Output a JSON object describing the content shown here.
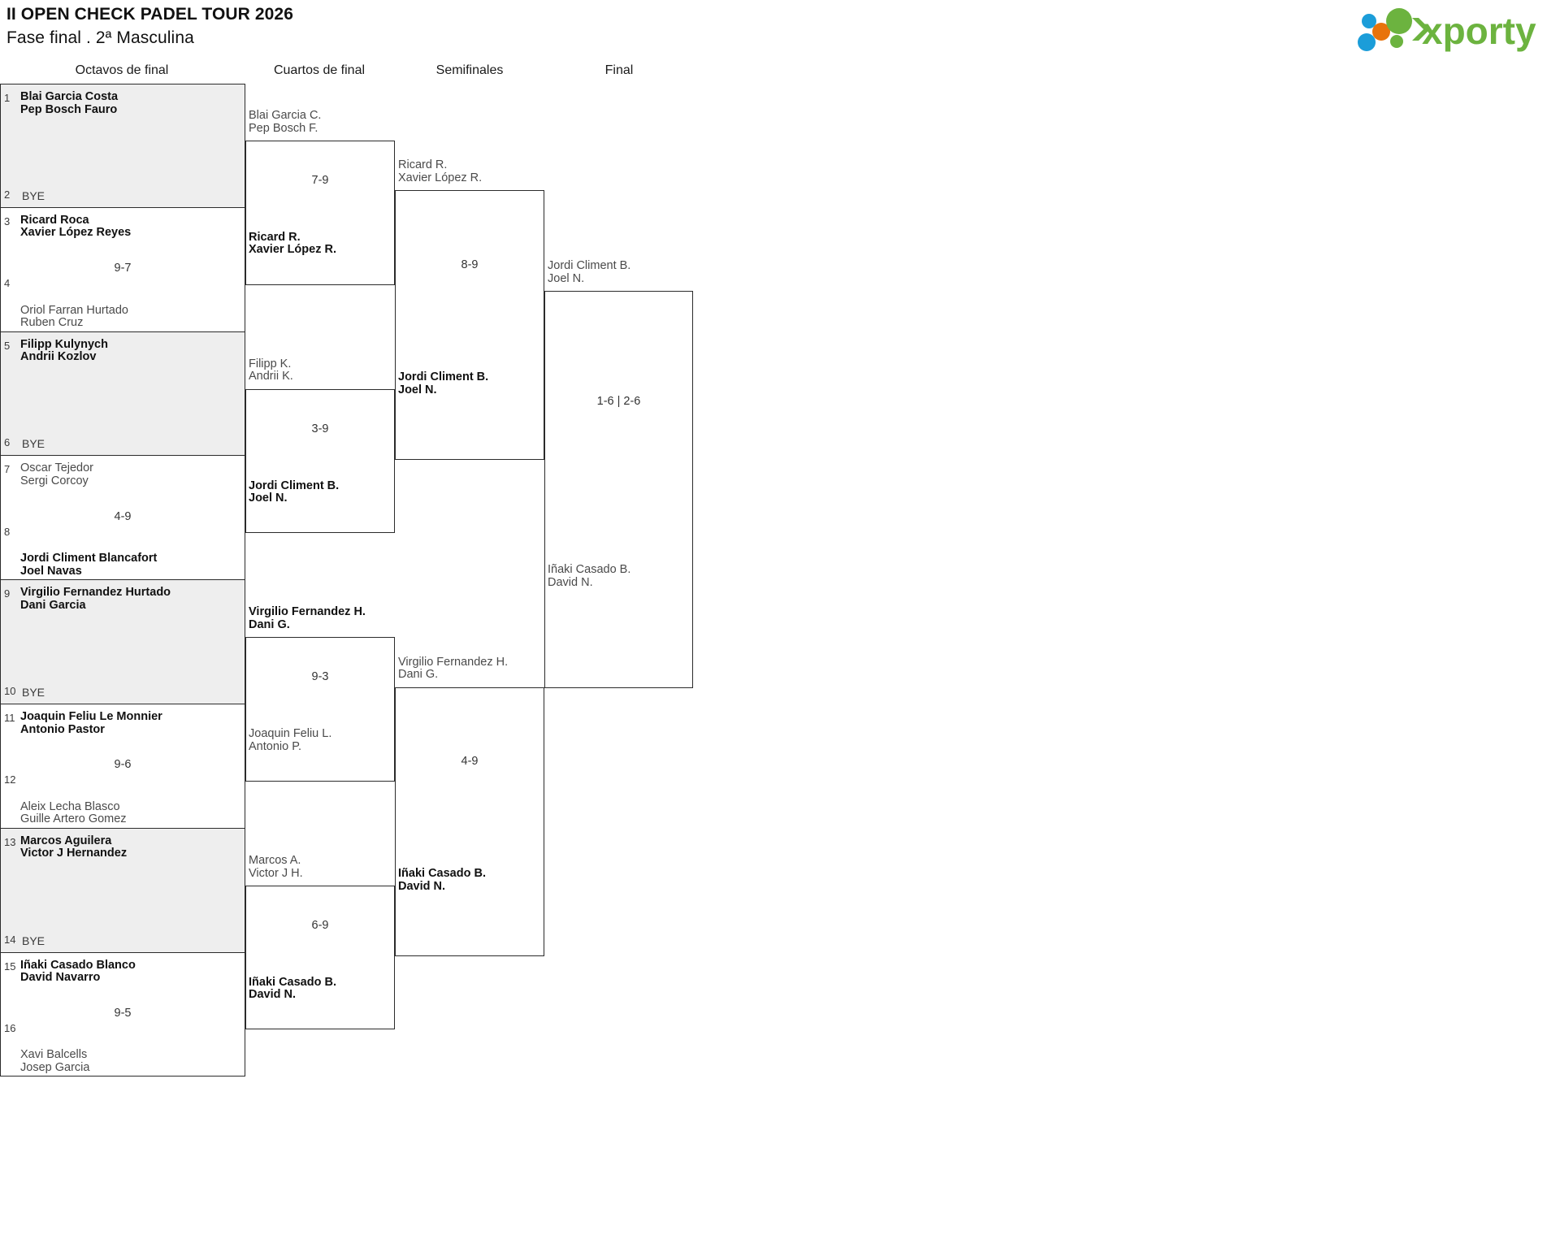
{
  "header": {
    "tournament_title": "II OPEN CHECK PADEL TOUR 2026",
    "subtitle": "Fase final . 2ª Masculina",
    "logo_text": "xporty",
    "logo_colors": {
      "green": "#6cb33f",
      "orange": "#e8730c",
      "blue": "#1b9dd9"
    }
  },
  "rounds": [
    {
      "id": "octavos",
      "label": "Octavos de final"
    },
    {
      "id": "cuartos",
      "label": "Cuartos de final"
    },
    {
      "id": "semis",
      "label": "Semifinales"
    },
    {
      "id": "final",
      "label": "Final"
    }
  ],
  "bye_label": "BYE",
  "octavos": {
    "slots": [
      {
        "seed": "1",
        "p1": "Blai Garcia Costa",
        "p2": "Pep Bosch Fauro",
        "bye": false,
        "winner": true,
        "shaded": true
      },
      {
        "seed": "2",
        "p1": "BYE",
        "p2": "",
        "bye": true,
        "winner": false,
        "shaded": true
      },
      {
        "seed": "3",
        "p1": "Ricard Roca",
        "p2": "Xavier López Reyes",
        "bye": false,
        "winner": true,
        "shaded": false
      },
      {
        "seed": "4",
        "p1": "Oriol Farran Hurtado",
        "p2": "Ruben Cruz",
        "bye": false,
        "winner": false,
        "shaded": false
      },
      {
        "seed": "5",
        "p1": "Filipp Kulynych",
        "p2": "Andrii Kozlov",
        "bye": false,
        "winner": true,
        "shaded": true
      },
      {
        "seed": "6",
        "p1": "BYE",
        "p2": "",
        "bye": true,
        "winner": false,
        "shaded": true
      },
      {
        "seed": "7",
        "p1": "Oscar Tejedor",
        "p2": "Sergi Corcoy",
        "bye": false,
        "winner": false,
        "shaded": false
      },
      {
        "seed": "8",
        "p1": "Jordi Climent Blancafort",
        "p2": "Joel Navas",
        "bye": false,
        "winner": true,
        "shaded": false
      },
      {
        "seed": "9",
        "p1": "Virgilio Fernandez Hurtado",
        "p2": "Dani Garcia",
        "bye": false,
        "winner": true,
        "shaded": true
      },
      {
        "seed": "10",
        "p1": "BYE",
        "p2": "",
        "bye": true,
        "winner": false,
        "shaded": true
      },
      {
        "seed": "11",
        "p1": "Joaquin Feliu Le Monnier",
        "p2": "Antonio Pastor",
        "bye": false,
        "winner": true,
        "shaded": false
      },
      {
        "seed": "12",
        "p1": "Aleix Lecha Blasco",
        "p2": "Guille Artero Gomez",
        "bye": false,
        "winner": false,
        "shaded": false
      },
      {
        "seed": "13",
        "p1": "Marcos Aguilera",
        "p2": "Victor J Hernandez",
        "bye": false,
        "winner": true,
        "shaded": true
      },
      {
        "seed": "14",
        "p1": "BYE",
        "p2": "",
        "bye": true,
        "winner": false,
        "shaded": true
      },
      {
        "seed": "15",
        "p1": "Iñaki Casado Blanco",
        "p2": "David Navarro",
        "bye": false,
        "winner": true,
        "shaded": false
      },
      {
        "seed": "16",
        "p1": "Xavi Balcells",
        "p2": "Josep Garcia",
        "bye": false,
        "winner": false,
        "shaded": false
      }
    ],
    "scores": [
      {
        "value": "9-7"
      },
      {
        "value": "4-9"
      },
      {
        "value": "9-6"
      },
      {
        "value": "9-5"
      }
    ]
  },
  "cuartos": {
    "matches": [
      {
        "score": "7-9",
        "upper": {
          "p1": "Blai Garcia C.",
          "p2": "Pep Bosch F.",
          "winner": false
        },
        "lower": {
          "p1": "Ricard R.",
          "p2": "Xavier López R.",
          "winner": true
        }
      },
      {
        "score": "3-9",
        "upper": {
          "p1": "Filipp K.",
          "p2": "Andrii K.",
          "winner": false
        },
        "lower": {
          "p1": "Jordi Climent B.",
          "p2": "Joel N.",
          "winner": true
        }
      },
      {
        "score": "9-3",
        "upper": {
          "p1": "Virgilio Fernandez H.",
          "p2": "Dani G.",
          "winner": true
        },
        "lower": {
          "p1": "Joaquin Feliu L.",
          "p2": "Antonio P.",
          "winner": false
        }
      },
      {
        "score": "6-9",
        "upper": {
          "p1": "Marcos A.",
          "p2": "Victor J H.",
          "winner": false
        },
        "lower": {
          "p1": "Iñaki Casado B.",
          "p2": "David N.",
          "winner": true
        }
      }
    ]
  },
  "semis": {
    "matches": [
      {
        "score": "8-9",
        "upper": {
          "p1": "Ricard R.",
          "p2": "Xavier López R.",
          "winner": false
        },
        "lower": {
          "p1": "Jordi Climent B.",
          "p2": "Joel N.",
          "winner": true
        }
      },
      {
        "score": "4-9",
        "upper": {
          "p1": "Virgilio Fernandez H.",
          "p2": "Dani G.",
          "winner": false
        },
        "lower": {
          "p1": "Iñaki Casado B.",
          "p2": "David N.",
          "winner": true
        }
      }
    ]
  },
  "final": {
    "matches": [
      {
        "score": "1-6 | 2-6",
        "upper": {
          "p1": "Jordi Climent B.",
          "p2": "Joel N.",
          "winner": false
        },
        "lower": {
          "p1": "Iñaki Casado B.",
          "p2": "David N.",
          "winner": false
        }
      }
    ]
  }
}
